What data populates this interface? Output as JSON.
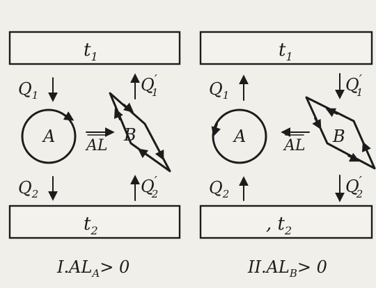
{
  "panel_1": {
    "reservoir_hot": "t",
    "reservoir_hot_sub": "1",
    "reservoir_cold": "t",
    "reservoir_cold_sub": "2",
    "heat_in_A": "Q",
    "heat_in_A_sub": "1",
    "heat_out_A": "Q",
    "heat_out_A_sub": "2",
    "heat_B_top": "Q",
    "heat_B_top_sub": "1",
    "heat_B_top_prime": "′",
    "heat_B_bottom": "Q",
    "heat_B_bottom_sub": "2",
    "heat_B_bottom_prime": "′",
    "engine_A": "A",
    "engine_B": "B",
    "work_label": "AL",
    "caption": "I.AL",
    "caption_sub": "A",
    "caption_rel": "> 0"
  },
  "panel_2": {
    "reservoir_hot": "t",
    "reservoir_hot_sub": "1",
    "reservoir_cold": ", t",
    "reservoir_cold_sub": "2",
    "heat_in_A": "Q",
    "heat_in_A_sub": "1",
    "heat_out_A": "Q",
    "heat_out_A_sub": "2",
    "heat_B_top": "Q",
    "heat_B_top_sub": "1",
    "heat_B_top_prime": "′",
    "heat_B_bottom": "Q",
    "heat_B_bottom_sub": "2",
    "heat_B_bottom_prime": "′",
    "engine_A": "A",
    "engine_B": "B",
    "work_label": "AL",
    "caption": "II.AL",
    "caption_sub": "B",
    "caption_rel": "> 0"
  }
}
